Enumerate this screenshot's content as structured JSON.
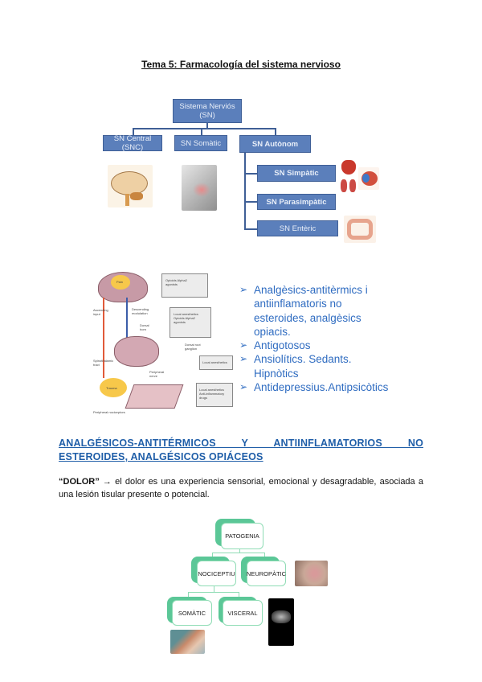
{
  "title": "Tema 5: Farmacología del sistema nervioso",
  "diagram1": {
    "root": "Sistema Nerviós (SN)",
    "central": "SN Central (SNC)",
    "somatic": "SN Somàtic",
    "autonom": "SN Autònom",
    "simpatic": "SN Simpàtic",
    "parasimpatic": "SN Parasimpàtic",
    "enteric": "SN Entèric"
  },
  "diagram2": {
    "items": [
      "Analgèsics-antitèrmics i antiinflamatoris no esteroides, analgèsics opiacis.",
      "Antigotosos",
      "Ansiolítics. Sedants. Hipnòtics",
      "Antidepressius.Antipsicòtics"
    ],
    "figure_labels": {
      "pain": "Pain",
      "trauma": "Trauma",
      "box1": "Opioids Alpha2 agonists",
      "box2": "Local anesthetics Opioids Alpha2 agonists",
      "box3": "Local anesthetics",
      "box4": "Local anesthetics Anti-inflammatory drugs",
      "ascending": "Ascending input",
      "descending": "Descending modulation",
      "dorsal": "Dorsal horn",
      "spino": "Spinothalamic tract",
      "ganglion": "Dorsal root ganglion",
      "nerve": "Peripheral nerve",
      "nociceptors": "Peripheral nociceptors"
    }
  },
  "heading": "ANALGÉSICOS-ANTITÉRMICOS Y ANTIINFLAMATORIOS NO ESTEROIDES, ANALGÉSICOS OPIÁCEOS",
  "paragraph": {
    "term": "“DOLOR”",
    "arrow": " → ",
    "text": "el dolor es una experiencia sensorial, emocional y desagradable, asociada a una lesión tisular presente o potencial."
  },
  "diagram3": {
    "root": "PATOGENIA",
    "nociceptiu": "NOCICEPTIU",
    "neuropatic": "NEUROPÀTIC",
    "somatic": "SOMÀTIC",
    "visceral": "VISCERAL"
  },
  "colors": {
    "heading": "#1f5ea8",
    "box": "#5b7fbb",
    "list": "#2f6cc1",
    "green": "#5bc797"
  }
}
